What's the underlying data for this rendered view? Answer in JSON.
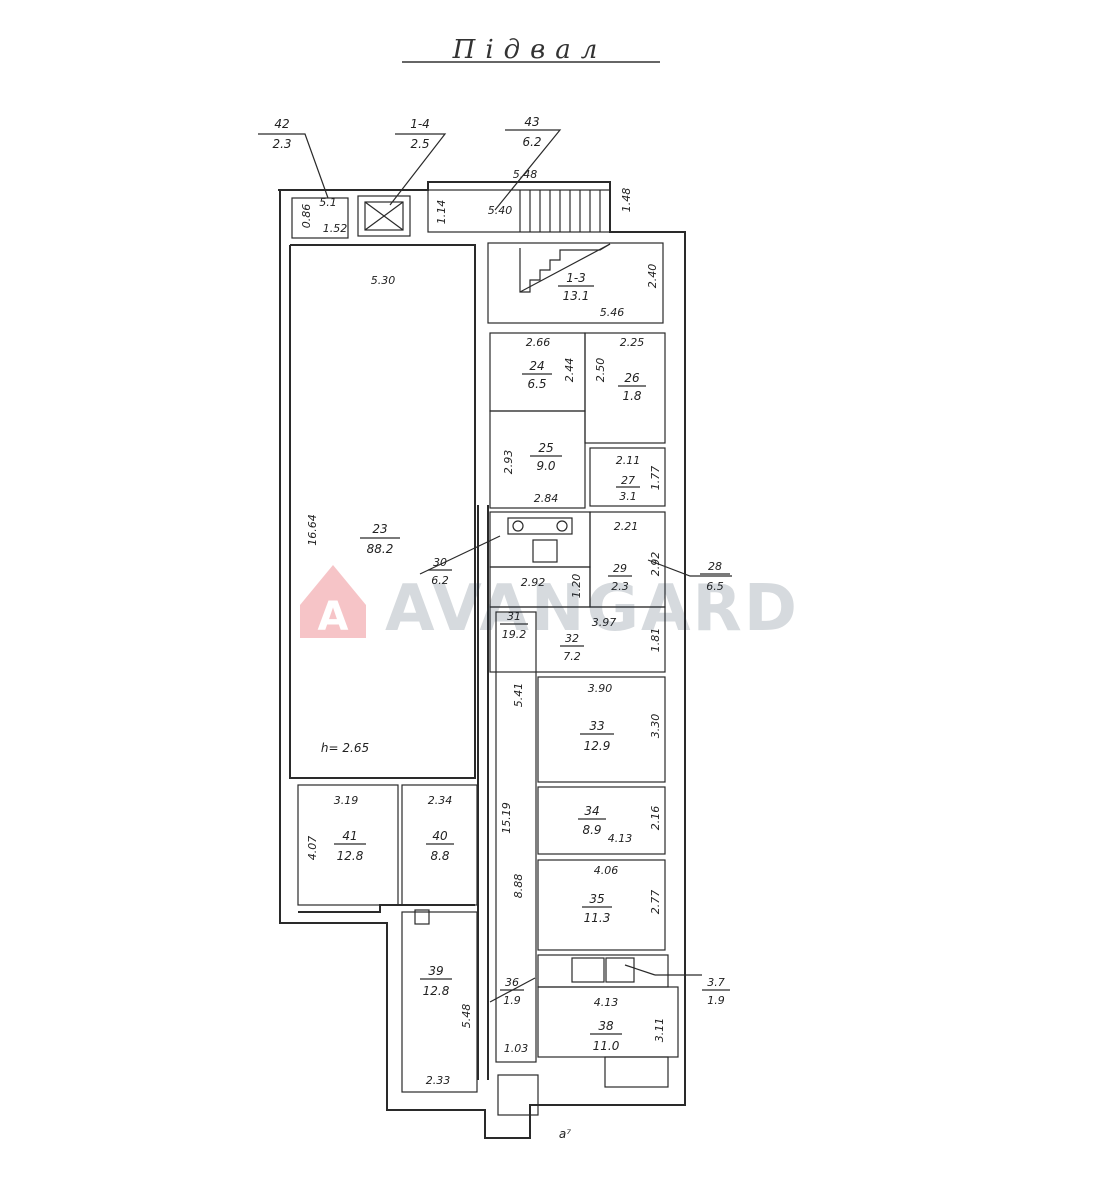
{
  "title": "Підвал",
  "rooms": [
    {
      "id": "2-3",
      "num": "23",
      "area": "88.2"
    },
    {
      "id": "1-3",
      "num": "1-3",
      "area": "13.1"
    },
    {
      "id": "1-4",
      "num": "1-4",
      "area": "2.5"
    },
    {
      "id": "42",
      "num": "42",
      "area": "2.3"
    },
    {
      "id": "43",
      "num": "43",
      "area": "6.2"
    },
    {
      "id": "24",
      "num": "24",
      "area": "6.5"
    },
    {
      "id": "25",
      "num": "25",
      "area": "9.0"
    },
    {
      "id": "26",
      "num": "26",
      "area": "1.8"
    },
    {
      "id": "27",
      "num": "27",
      "area": "3.1"
    },
    {
      "id": "28",
      "num": "28",
      "area": "6.5"
    },
    {
      "id": "29",
      "num": "29",
      "area": "2.3"
    },
    {
      "id": "30",
      "num": "30",
      "area": "6.2"
    },
    {
      "id": "31",
      "num": "31",
      "area": "19.2"
    },
    {
      "id": "32",
      "num": "32",
      "area": "7.2"
    },
    {
      "id": "33",
      "num": "33",
      "area": "12.9"
    },
    {
      "id": "34",
      "num": "34",
      "area": "8.9"
    },
    {
      "id": "35",
      "num": "35",
      "area": "11.3"
    },
    {
      "id": "36",
      "num": "36",
      "area": "1.9"
    },
    {
      "id": "37",
      "num": "3.7",
      "area": "1.9"
    },
    {
      "id": "38",
      "num": "38",
      "area": "11.0"
    },
    {
      "id": "39",
      "num": "39",
      "area": "12.8"
    },
    {
      "id": "40",
      "num": "40",
      "area": "8.8"
    },
    {
      "id": "41",
      "num": "41",
      "area": "12.8"
    }
  ],
  "dims": {
    "d_548": "5.48",
    "d_540": "5.40",
    "d_148": "1.48",
    "d_114": "1.14",
    "d_086": "0.86",
    "d_152": "1.52",
    "d_530": "5.30",
    "d_546": "5.46",
    "d_240": "2.40",
    "d_266": "2.66",
    "d_225": "2.25",
    "d_244": "2.44",
    "d_250": "2.50",
    "d_293": "2.93",
    "d_284": "2.84",
    "d_211": "2.11",
    "d_177": "1.77",
    "d_221": "2.21",
    "d_292": "2.92",
    "d_292b": "2.92",
    "d_120": "1.20",
    "d_397": "3.97",
    "d_181": "1.81",
    "d_1664": "16.64",
    "d_541": "5.41",
    "d_390": "3.90",
    "d_330": "3.30",
    "d_1519": "15.19",
    "d_413a": "4.13",
    "d_216": "2.16",
    "d_406": "4.06",
    "d_888": "8.88",
    "d_277": "2.77",
    "d_413b": "4.13",
    "d_311": "3.11",
    "d_103": "1.03",
    "d_548b": "5.48",
    "d_233": "2.33",
    "d_319": "3.19",
    "d_234": "2.34",
    "d_407": "4.07",
    "d_h": "h= 2.65",
    "d_a7": "a⁷",
    "d_51": "5.1"
  },
  "watermark": {
    "logo_letter": "A",
    "text": "AVANGARD",
    "accent_color": "#e0202a",
    "text_color": "#2a3e4f"
  }
}
